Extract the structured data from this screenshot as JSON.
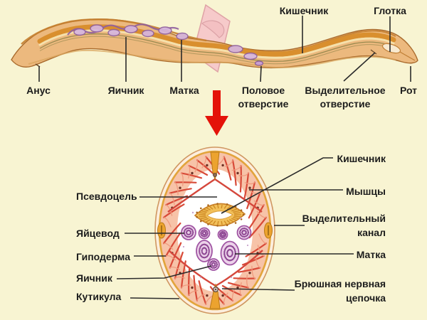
{
  "top_view": {
    "labels": {
      "intestine": "Кишечник",
      "pharynx": "Глотка",
      "anus": "Анус",
      "ovary": "Яичник",
      "uterus": "Матка",
      "genital_opening": "Половое отверстие",
      "excretory_opening": "Выделительное отверстие",
      "mouth": "Рот"
    }
  },
  "cross_section": {
    "labels": {
      "pseudocoel": "Псевдоцель",
      "oviduct": "Яйцевод",
      "hypodermis": "Гиподерма",
      "ovary": "Яичник",
      "cuticle": "Кутикула",
      "intestine": "Кишечник",
      "muscles": "Мышцы",
      "excretory_canal": "Выделительный канал",
      "uterus": "Матка",
      "ventral_nerve_cord": "Брюшная нервная цепочка"
    }
  },
  "palette": {
    "background": "#f8f4d2",
    "text": "#1c1c1c",
    "leader_line": "#2b2b2b",
    "arrow_red": "#e41209",
    "worm_body": "#ecb97e",
    "cuticle_orange": "#e2a43b",
    "muscle_red": "#d84a38",
    "organ_purple": "#a055a3",
    "intestine_gold": "#e8a42c",
    "plane_pink": "#f6caca"
  }
}
